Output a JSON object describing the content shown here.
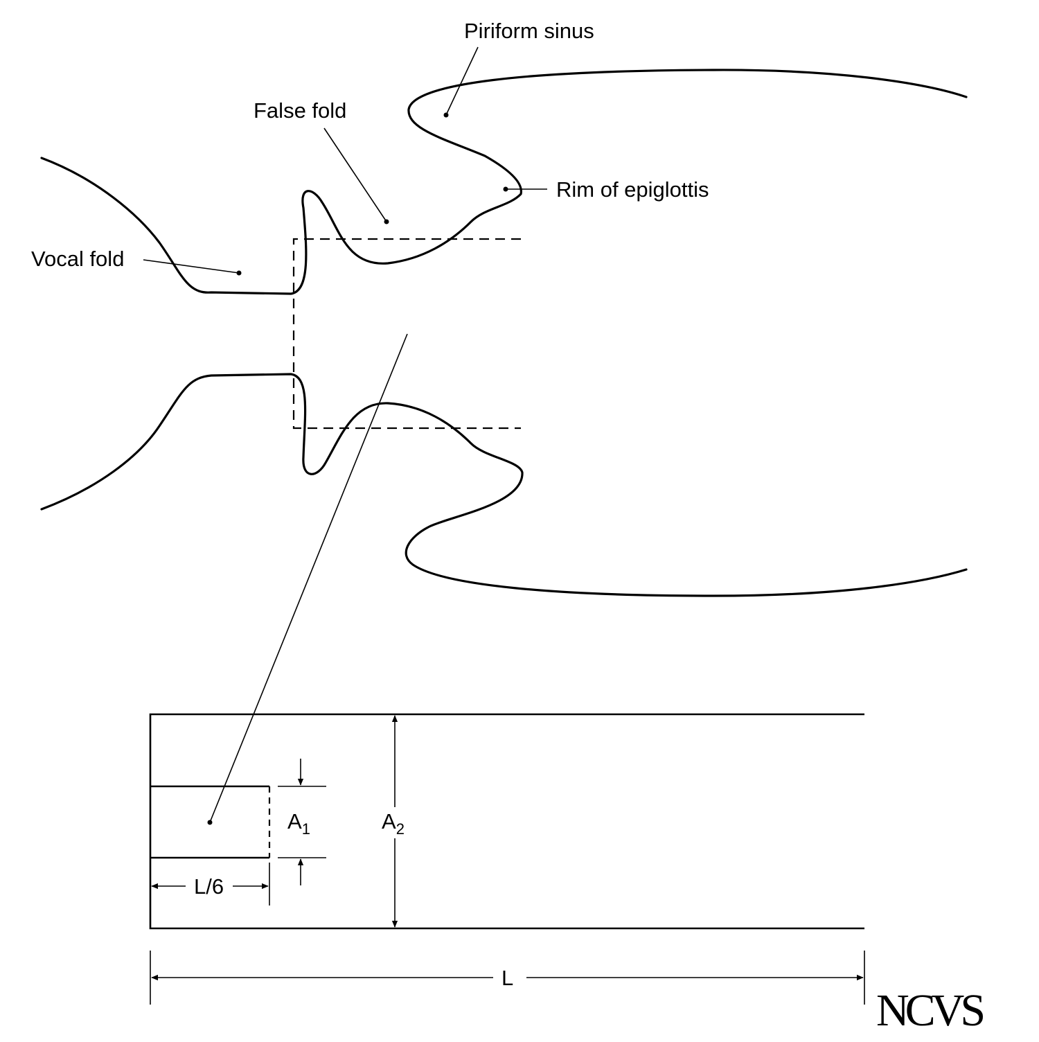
{
  "labels": {
    "piriform_sinus": "Piriform sinus",
    "false_fold": "False fold",
    "rim_of_epiglottis": "Rim of epiglottis",
    "vocal_fold": "Vocal fold"
  },
  "dimensions": {
    "a1_letter": "A",
    "a1_sub": "1",
    "a2_letter": "A",
    "a2_sub": "2",
    "l6": "L/6",
    "l": "L"
  },
  "logo": "NCVS",
  "colors": {
    "stroke": "#000000",
    "background": "#ffffff"
  }
}
